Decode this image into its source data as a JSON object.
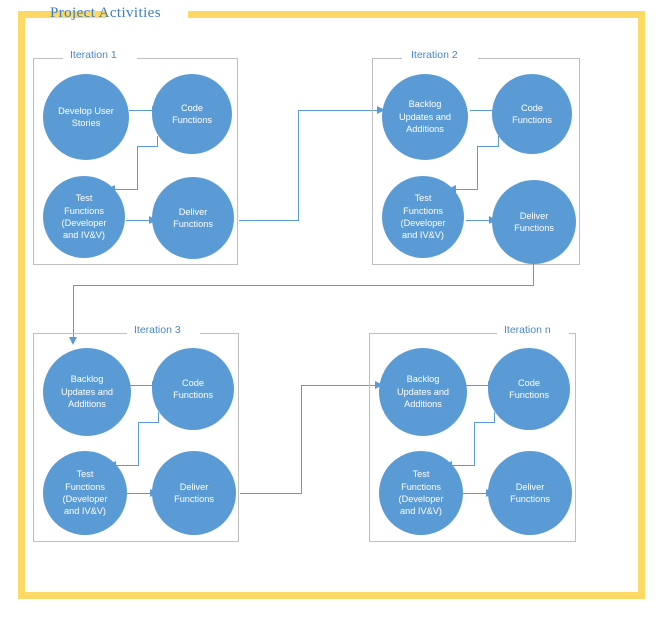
{
  "diagram": {
    "title": "Project Activities",
    "type": "flowchart",
    "frame_color": "#FBD964",
    "node_color": "#5B9BD5",
    "connector_color": "#5B9BD5",
    "group_border_color": "#BFBFBF",
    "label_color": "#4A87C4",
    "groups": [
      {
        "id": "iteration-1",
        "label": "Iteration 1",
        "label_align": "center",
        "nodes": [
          {
            "id": "develop-user-stories",
            "label": "Develop User\nStories"
          },
          {
            "id": "code-functions",
            "label": "Code\nFunctions"
          },
          {
            "id": "test-functions",
            "label": "Test\nFunctions\n(Developer\nand IV&V)"
          },
          {
            "id": "deliver-functions",
            "label": "Deliver\nFunctions"
          }
        ]
      },
      {
        "id": "iteration-2",
        "label": "Iteration 2",
        "label_align": "center",
        "nodes": [
          {
            "id": "backlog-updates-and-additions",
            "label": "Backlog\nUpdates and\nAdditions"
          },
          {
            "id": "code-functions",
            "label": "Code\nFunctions"
          },
          {
            "id": "test-functions",
            "label": "Test\nFunctions\n(Developer\nand IV&V)"
          },
          {
            "id": "deliver-functions",
            "label": "Deliver\nFunctions"
          }
        ]
      },
      {
        "id": "iteration-3",
        "label": "Iteration 3",
        "label_align": "center",
        "nodes": [
          {
            "id": "backlog-updates-and-additions",
            "label": "Backlog\nUpdates and\nAdditions"
          },
          {
            "id": "code-functions",
            "label": "Code\nFunctions"
          },
          {
            "id": "test-functions",
            "label": "Test\nFunctions\n(Developer\nand IV&V)"
          },
          {
            "id": "deliver-functions",
            "label": "Deliver\nFunctions"
          }
        ]
      },
      {
        "id": "iteration-n",
        "label": "Iteration n",
        "label_align": "right",
        "nodes": [
          {
            "id": "backlog-updates-and-additions",
            "label": "Backlog\nUpdates and\nAdditions"
          },
          {
            "id": "code-functions",
            "label": "Code\nFunctions"
          },
          {
            "id": "test-functions",
            "label": "Test\nFunctions\n(Developer\nand IV&V)"
          },
          {
            "id": "deliver-functions",
            "label": "Deliver\nFunctions"
          }
        ]
      }
    ],
    "flow_order": [
      "Iteration 1",
      "Iteration 2",
      "Iteration 3",
      "Iteration n"
    ]
  }
}
